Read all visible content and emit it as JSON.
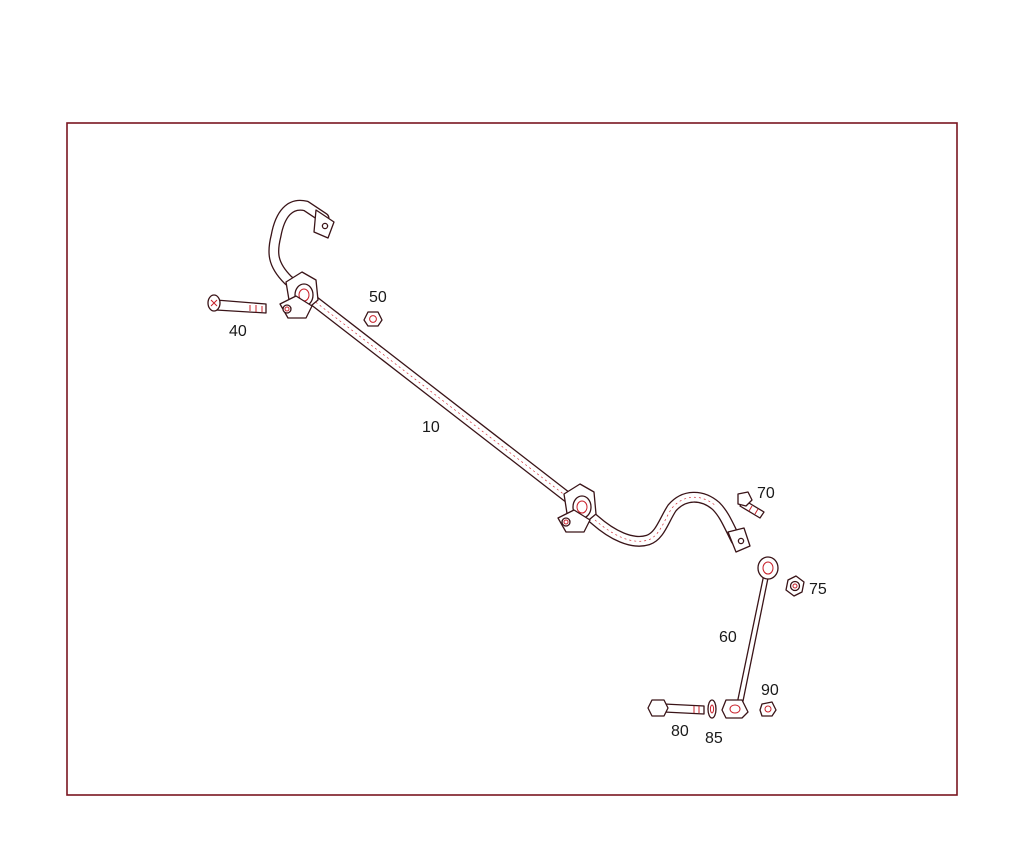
{
  "diagram": {
    "frame_color": "#7a1520",
    "accent_red": "#c8202a",
    "labels": {
      "p10": "10",
      "p40": "40",
      "p50": "50",
      "p60": "60",
      "p70": "70",
      "p75": "75",
      "p80": "80",
      "p85": "85",
      "p90": "90"
    }
  }
}
